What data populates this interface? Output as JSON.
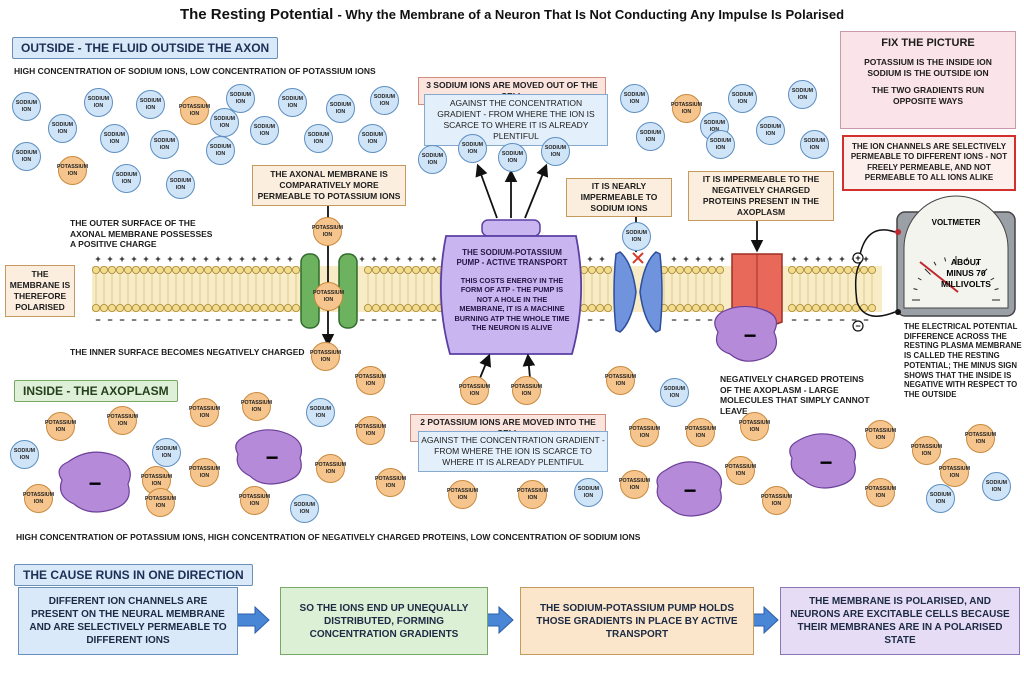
{
  "title": {
    "main": "The Resting Potential",
    "sub": "- Why the Membrane of a Neuron That Is Not Conducting Any Impulse Is Polarised"
  },
  "outside": {
    "header": "OUTSIDE - THE FLUID OUTSIDE THE AXON",
    "caption": "HIGH CONCENTRATION OF SODIUM IONS, LOW CONCENTRATION OF POTASSIUM IONS"
  },
  "inside": {
    "header": "INSIDE - THE AXOPLASM",
    "caption": "HIGH CONCENTRATION OF POTASSIUM IONS, HIGH CONCENTRATION OF NEGATIVELY CHARGED PROTEINS, LOW CONCENTRATION OF SODIUM IONS"
  },
  "fix": {
    "title": "FIX THE PICTURE",
    "line1": "POTASSIUM IS THE INSIDE ION",
    "line2": "SODIUM IS THE OUTSIDE ION",
    "line3": "THE TWO GRADIENTS RUN OPPOSITE WAYS"
  },
  "channels_note": "THE ION CHANNELS ARE SELECTIVELY PERMEABLE TO DIFFERENT IONS - NOT FREELY PERMEABLE, AND NOT PERMEABLE TO ALL IONS ALIKE",
  "labels": {
    "outer_surface": "THE OUTER SURFACE OF THE AXONAL MEMBRANE POSSESSES A POSITIVE CHARGE",
    "inner_surface": "THE INNER SURFACE BECOMES NEGATIVELY CHARGED",
    "polarised": "THE MEMBRANE IS THEREFORE POLARISED",
    "k_permeable": "THE AXONAL MEMBRANE IS COMPARATIVELY MORE PERMEABLE TO POTASSIUM IONS",
    "na_out_title": "3 SODIUM IONS ARE MOVED OUT OF THE CELL",
    "na_out_body": "AGAINST THE CONCENTRATION GRADIENT - FROM WHERE THE ION IS SCARCE TO WHERE IT IS ALREADY PLENTIFUL",
    "k_in_title": "2 POTASSIUM IONS ARE MOVED INTO THE CELL",
    "k_in_body": "AGAINST THE CONCENTRATION GRADIENT - FROM WHERE THE ION IS SCARCE TO WHERE IT IS ALREADY PLENTIFUL",
    "na_imperm": "IT IS NEARLY IMPERMEABLE TO SODIUM IONS",
    "protein_imperm": "IT IS IMPERMEABLE TO THE NEGATIVELY CHARGED PROTEINS PRESENT IN THE AXOPLASM",
    "pump_title": "THE SODIUM-POTASSIUM PUMP - ACTIVE TRANSPORT",
    "pump_body": "THIS COSTS ENERGY IN THE FORM OF ATP - THE PUMP IS NOT A HOLE IN THE MEMBRANE, IT IS A MACHINE BURNING ATP THE WHOLE TIME THE NEURON IS ALIVE",
    "proteins": "NEGATIVELY CHARGED PROTEINS OF THE AXOPLASM - LARGE MOLECULES THAT SIMPLY CANNOT LEAVE",
    "potential_pre": "THE ELECTRICAL POTENTIAL DIFFERENCE ACROSS THE RESTING PLASMA MEMBRANE IS CALLED THE",
    "potential_key": "RESTING POTENTIAL",
    "potential_post": "; THE MINUS SIGN SHOWS THAT THE INSIDE IS NEGATIVE WITH RESPECT TO THE OUTSIDE"
  },
  "voltmeter": {
    "title": "VOLTMETER",
    "reading_line1": "ABOUT",
    "reading_line2": "MINUS 70",
    "reading_line3": "MILLIVOLTS",
    "plus": "+",
    "minus": "−"
  },
  "ion_text": {
    "sodium": "SODIUM ION",
    "potassium": "POTASSIUM ION",
    "protein_sign": "−"
  },
  "cause": {
    "header": "THE CAUSE RUNS IN ONE DIRECTION",
    "steps": [
      "DIFFERENT ION CHANNELS ARE PRESENT ON THE NEURAL MEMBRANE AND ARE SELECTIVELY PERMEABLE TO DIFFERENT IONS",
      "SO THE IONS END UP UNEQUALLY DISTRIBUTED, FORMING CONCENTRATION GRADIENTS",
      "THE SODIUM-POTASSIUM PUMP HOLDS THOSE GRADIENTS IN PLACE BY ACTIVE TRANSPORT",
      "THE MEMBRANE IS POLARISED, AND NEURONS ARE EXCITABLE CELLS BECAUSE THEIR MEMBRANES ARE IN A POLARISED STATE"
    ]
  },
  "colors": {
    "sodium_fill": "#cfe4f7",
    "potassium_fill": "#f6c58e",
    "pump_fill": "#c9b5ef",
    "k_channel": "#6db35f",
    "na_channel": "#6f93dd",
    "protein_channel": "#e8685a",
    "protein_fill": "#b58ad8",
    "membrane_head": "#f3dc8c"
  }
}
